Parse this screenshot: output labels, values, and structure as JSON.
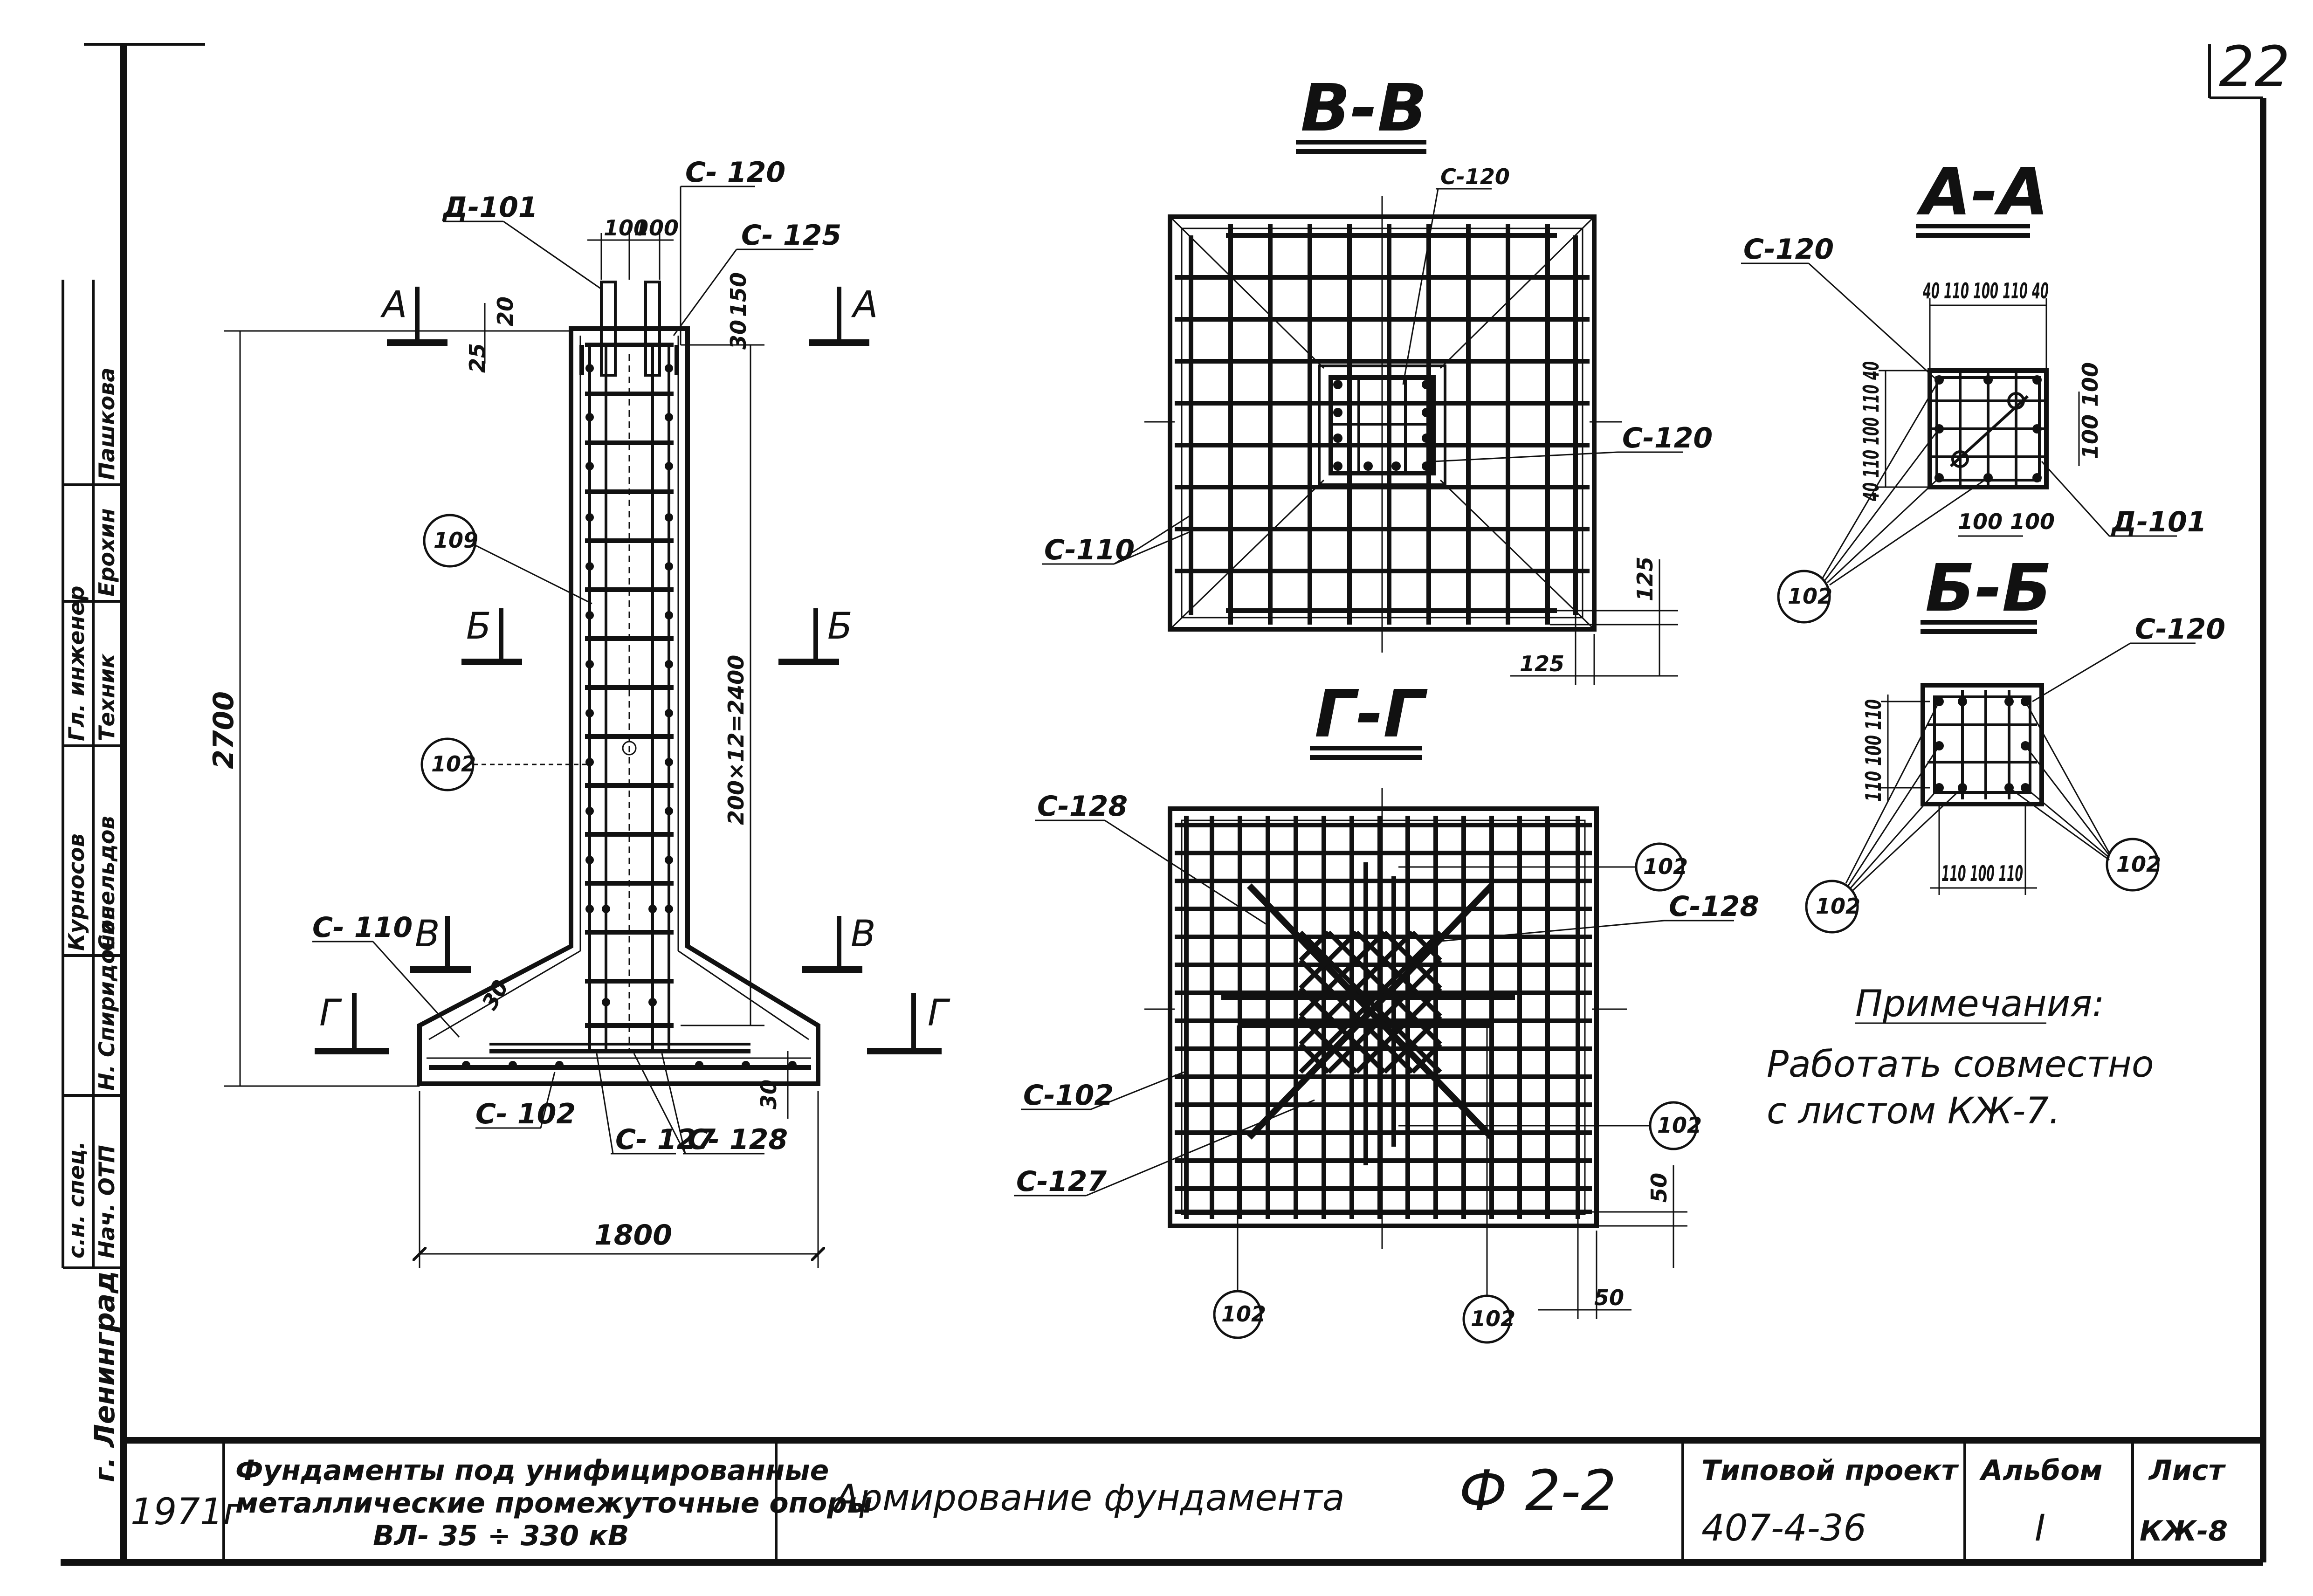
{
  "sheet_number": "22",
  "sections": {
    "elevation": {
      "callouts": {
        "d101": "Д-101",
        "c120": "С- 120",
        "c125": "С- 125",
        "c110": "С- 110",
        "c102": "С- 102",
        "c127": "С- 127",
        "c128": "С- 128",
        "n109": "109",
        "n102": "102"
      },
      "dims": {
        "top_100a": "100",
        "top_100b": "100",
        "d20": "20",
        "d25": "25",
        "d30a": "30",
        "d150": "150",
        "height": "2700",
        "spacing": "200×12=2400",
        "d30b": "30",
        "d30c": "30",
        "width": "1800"
      },
      "cuts": {
        "a": "А",
        "b": "Б",
        "v": "В",
        "g": "Г"
      }
    },
    "vv": {
      "title": "В-В",
      "c120a": "С-120",
      "c120b": "С-120",
      "c110": "С-110",
      "d125a": "125",
      "d125b": "125"
    },
    "gg": {
      "title": "Г-Г",
      "c128a": "С-128",
      "c128b": "С-128",
      "c102": "С-102",
      "c127": "С-127",
      "n102a": "102",
      "n102b": "102",
      "n102c": "102",
      "n102d": "102",
      "d50a": "50",
      "d50b": "50"
    },
    "aa": {
      "title": "А-А",
      "c120": "С-120",
      "d101": "Д-101",
      "n102": "102",
      "dims_top": "40  110  100 110   40",
      "dims_left": "40  110  100  110  40",
      "dim_right": "100 100",
      "dims_bottom": "100 100"
    },
    "bb": {
      "title": "Б-Б",
      "c120": "С-120",
      "n102a": "102",
      "n102b": "102",
      "dims_left": "110  100  110",
      "dims_bottom": "110 100 110"
    }
  },
  "notes": {
    "heading": "Примечания:",
    "line1": "Работать  совместно",
    "line2": "с листом   КЖ-7."
  },
  "side_stamp": {
    "cells": [
      "с.н. спец.",
      "Нач. ОТП",
      "Н. Спиридонов",
      "Курносов",
      "Синельдов",
      "Гл. инженер",
      "Техник",
      "Ерохин",
      "Пашкова"
    ],
    "city": "г. Ленинград"
  },
  "title_block": {
    "year": "1971г",
    "desc1": "Фундаменты  под  унифицированные",
    "desc2": "металлические  промежуточные  опоры",
    "desc3": "ВЛ- 35 ÷ 330 кВ",
    "drawing_title": "Армирование  фундамента",
    "mark": "Ф 2-2",
    "project_label": "Типовой проект",
    "project_value": "407-4-36",
    "album_label": "Альбом",
    "album_value": "I",
    "sheet_label": "Лист",
    "sheet_value": "КЖ-8"
  }
}
